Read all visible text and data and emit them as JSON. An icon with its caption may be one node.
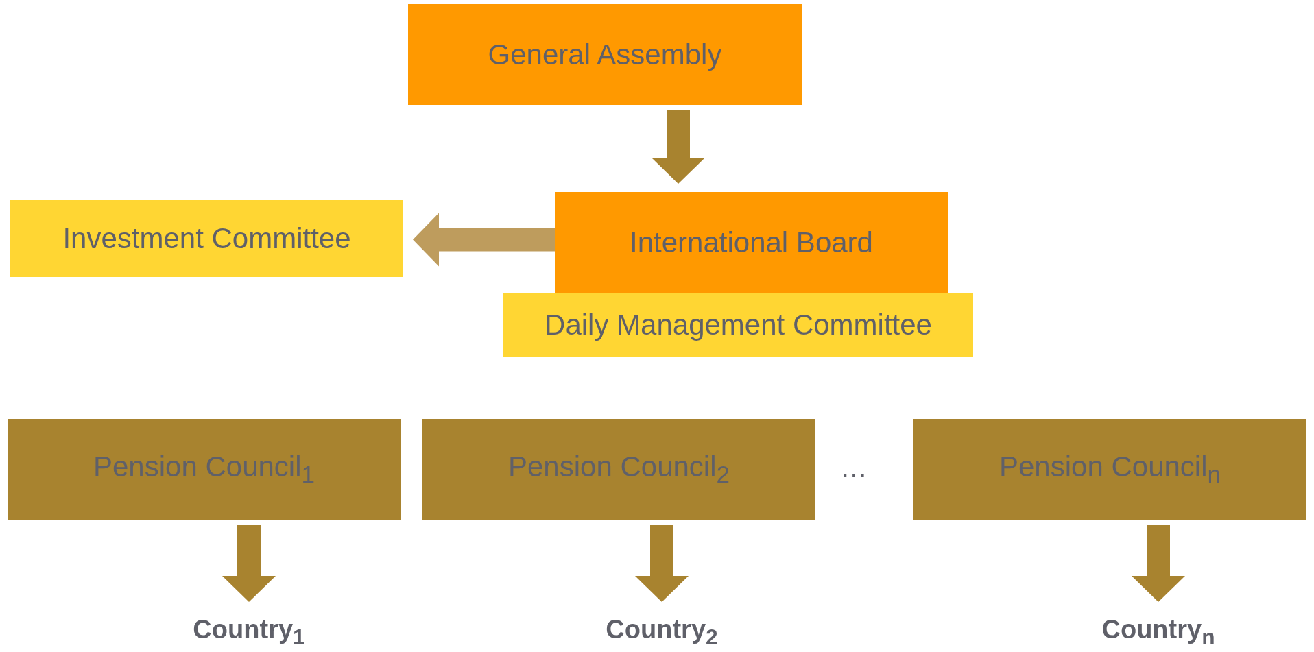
{
  "diagram": {
    "nodes": [
      {
        "text": [
          "General Assembly"
        ]
      },
      {
        "text": [
          "International Board"
        ]
      },
      {
        "text": [
          "Investment Committee"
        ]
      },
      {
        "text": [
          "Daily Management Committee"
        ]
      },
      {
        "text": [
          "Pension Council$_{1}$"
        ]
      },
      {
        "text": [
          "Pension Council$_{2}$"
        ]
      },
      {
        "text": [
          "Pension Council$_{n}$"
        ]
      },
      {
        "text": [
          "Country$_{1}$"
        ]
      },
      {
        "text": [
          "Country$_{2}$"
        ]
      },
      {
        "text": [
          "Country$_{n}$"
        ]
      }
    ],
    "edges": [
      {
        "from": 0,
        "to": 1,
        "arrow": "to"
      },
      {
        "from": 1,
        "to": 2,
        "arrow": "to",
        "color": "#be9c5d"
      },
      {
        "from": 4,
        "to": 7,
        "arrow": "to"
      },
      {
        "from": 5,
        "to": 8,
        "arrow": "to"
      },
      {
        "from": 6,
        "to": 9,
        "arrow": "to"
      }
    ],
    "labels": [
      "…"
    ]
  }
}
